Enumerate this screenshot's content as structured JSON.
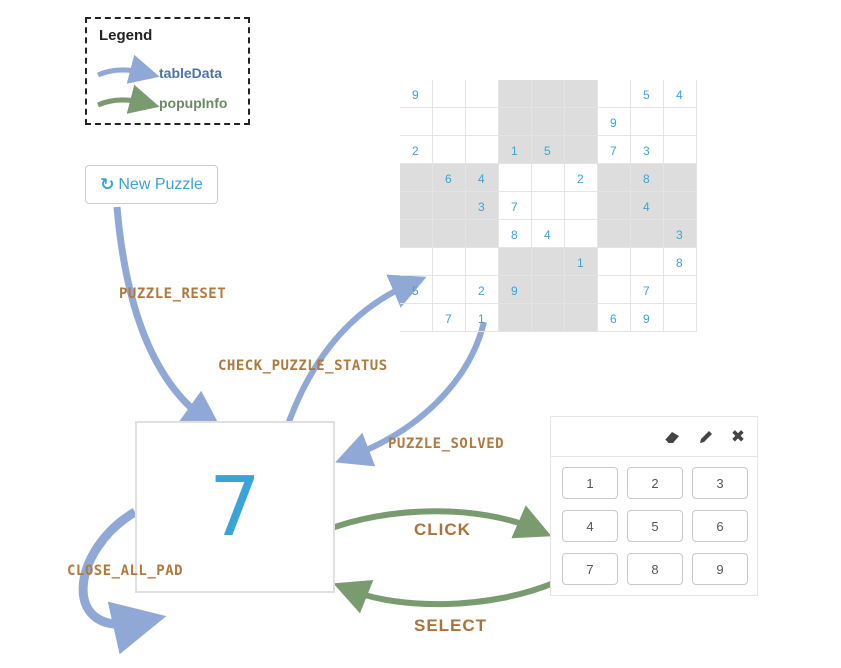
{
  "legend": {
    "title": "Legend",
    "items": [
      {
        "label": "tableData",
        "color": "#8fa8d6",
        "text_color": "#4a72ad"
      },
      {
        "label": "popupInfo",
        "color": "#7a9a70",
        "text_color": "#6a8a62"
      }
    ]
  },
  "new_puzzle_button": {
    "icon": "refresh-icon",
    "label": "New Puzzle"
  },
  "sudoku": {
    "rows": [
      [
        "9",
        "",
        "",
        "",
        "",
        "",
        "",
        "5",
        "4"
      ],
      [
        "",
        "",
        "",
        "",
        "",
        "",
        "9",
        "",
        ""
      ],
      [
        "2",
        "",
        "",
        "1",
        "5",
        "",
        "7",
        "3",
        ""
      ],
      [
        "",
        "6",
        "4",
        "",
        "",
        "2",
        "",
        "8",
        ""
      ],
      [
        "",
        "",
        "3",
        "7",
        "",
        "",
        "",
        "4",
        ""
      ],
      [
        "",
        "",
        "",
        "8",
        "4",
        "",
        "",
        "",
        "3"
      ],
      [
        "",
        "",
        "",
        "",
        "",
        "1",
        "",
        "",
        "8"
      ],
      [
        "5",
        "",
        "2",
        "9",
        "",
        "",
        "",
        "7",
        ""
      ],
      [
        "",
        "7",
        "1",
        "",
        "",
        "",
        "6",
        "9",
        ""
      ]
    ]
  },
  "selected_cell": {
    "value": "7"
  },
  "number_pad": {
    "tools": [
      "eraser-icon",
      "pencil-icon",
      "close-icon"
    ],
    "keys": [
      "1",
      "2",
      "3",
      "4",
      "5",
      "6",
      "7",
      "8",
      "9"
    ]
  },
  "events": {
    "puzzle_reset": "PUZZLE_RESET",
    "check_puzzle_status": "CHECK_PUZZLE_STATUS",
    "puzzle_solved": "PUZZLE_SOLVED",
    "close_all_pad": "CLOSE_ALL_PAD",
    "click": "CLICK",
    "select": "SELECT"
  },
  "colors": {
    "tableData_arrow": "#8fa8d6",
    "popupInfo_arrow": "#7a9a70",
    "event_label": "#b07a3e",
    "accent": "#3aa3d8"
  }
}
